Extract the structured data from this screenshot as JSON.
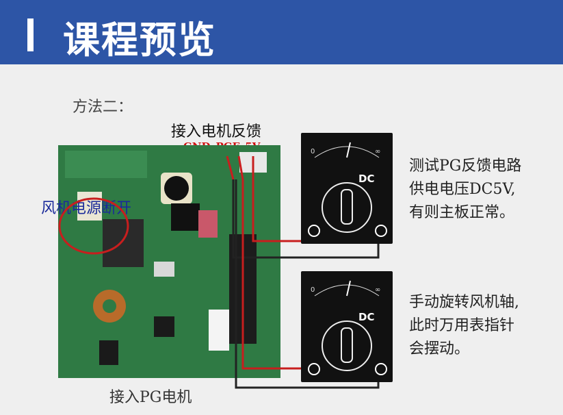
{
  "header": {
    "title": "课程预览",
    "bg": "#2d55a6"
  },
  "labels": {
    "method": "方法二：",
    "feedback": "接入电机反馈",
    "pins": [
      "GND",
      "PGF",
      "5V"
    ],
    "fan_power": "风机电源断开",
    "pg_motor": "接入PG电机"
  },
  "meters": [
    {
      "scale_min": "0",
      "scale_max": "∞",
      "mode": "DC"
    },
    {
      "scale_min": "0",
      "scale_max": "∞",
      "mode": "DC"
    }
  ],
  "notes": {
    "test": [
      "测试PG反馈电路",
      "供电电压DC5V,",
      "有则主板正常。"
    ],
    "rotate": [
      "手动旋转风机轴,",
      "此时万用表指针",
      "会摆动。"
    ]
  }
}
